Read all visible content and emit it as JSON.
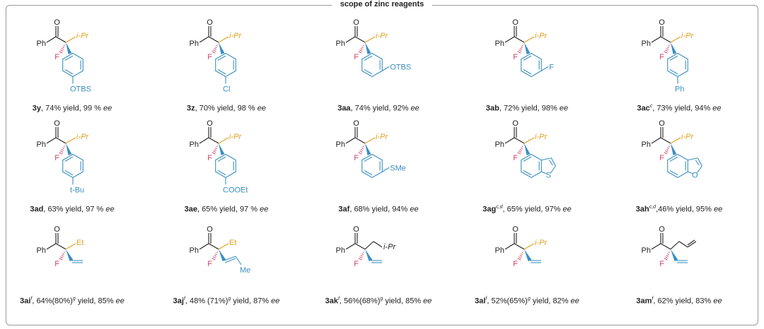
{
  "title": "scope of zinc reagents",
  "colors": {
    "bond": "#222222",
    "alkyl": "#e0a020",
    "fluorine": "#d0406a",
    "aryl": "#3a8fc0"
  },
  "common_labels": {
    "oxygen": "O",
    "phenyl": "Ph",
    "fluorine": "F"
  },
  "compounds": [
    {
      "kind": "para",
      "top": "i-Pr",
      "sub": "OTBS",
      "cap": {
        "id": "3y",
        "sup": "",
        "pre": ", 74% yield, 99 % ",
        "sup2": "",
        "post": "",
        "ee": "ee"
      }
    },
    {
      "kind": "para",
      "top": "i-Pr",
      "sub": "Cl",
      "cap": {
        "id": "3z",
        "sup": "",
        "pre": ", 70% yield, 98 % ",
        "sup2": "",
        "post": "",
        "ee": "ee"
      }
    },
    {
      "kind": "meta",
      "top": "i-Pr",
      "sub": "OTBS",
      "cap": {
        "id": "3aa",
        "sup": "",
        "pre": ", 74% yield, 92% ",
        "sup2": "",
        "post": "",
        "ee": "ee"
      }
    },
    {
      "kind": "meta",
      "top": "i-Pr",
      "sub": "F",
      "cap": {
        "id": "3ab",
        "sup": "",
        "pre": ", 72% yield, 98% ",
        "sup2": "",
        "post": "",
        "ee": "ee"
      }
    },
    {
      "kind": "para",
      "top": "i-Pr",
      "sub": "Ph",
      "cap": {
        "id": "3ac",
        "sup": "c",
        "pre": ", 73% yield, 94% ",
        "sup2": "",
        "post": "",
        "ee": "ee"
      }
    },
    {
      "kind": "para",
      "top": "i-Pr",
      "sub": "t-Bu",
      "cap": {
        "id": "3ad",
        "sup": "",
        "pre": ", 63% yield, 97 % ",
        "sup2": "",
        "post": "",
        "ee": "ee"
      }
    },
    {
      "kind": "para",
      "top": "i-Pr",
      "sub": "COOEt",
      "cap": {
        "id": "3ae",
        "sup": "",
        "pre": ", 65% yield, 97 % ",
        "sup2": "",
        "post": "",
        "ee": "ee"
      }
    },
    {
      "kind": "meta",
      "top": "i-Pr",
      "sub": "SMe",
      "cap": {
        "id": "3af",
        "sup": "",
        "pre": ", 68% yield, 94% ",
        "sup2": "",
        "post": "",
        "ee": "ee"
      }
    },
    {
      "kind": "fused",
      "top": "i-Pr",
      "sub": "S",
      "cap": {
        "id": "3ag",
        "sup": "c,d",
        "pre": ", 65% yield, 97% ",
        "sup2": "",
        "post": "",
        "ee": "ee"
      }
    },
    {
      "kind": "fused",
      "top": "i-Pr",
      "sub": "O",
      "cap": {
        "id": "3ah",
        "sup": "c,d",
        "pre": ",46% yield, 95% ",
        "sup2": "",
        "post": "",
        "ee": "ee"
      }
    },
    {
      "kind": "vinyl",
      "top": "Et",
      "sub": "",
      "cap": {
        "id": "3ai",
        "sup": "f",
        "pre": ", 64%(80%)",
        "sup2": "g",
        "post": " yield, 85% ",
        "ee": "ee"
      }
    },
    {
      "kind": "propenyl",
      "top": "Et",
      "sub": "Me",
      "cap": {
        "id": "3aj",
        "sup": "f",
        "pre": ", 48% (71%)",
        "sup2": "g",
        "post": " yield, 87% ",
        "ee": "ee"
      }
    },
    {
      "kind": "isobutyl",
      "top": "i-Pr",
      "sub": "",
      "cap": {
        "id": "3ak",
        "sup": "f",
        "pre": ", 56%(68%)",
        "sup2": "g",
        "post": " yield, 85% ",
        "ee": "ee"
      }
    },
    {
      "kind": "vinyl",
      "top": "i-Pr",
      "sub": "",
      "cap": {
        "id": "3al",
        "sup": "f",
        "pre": ", 52%(65%)",
        "sup2": "g",
        "post": " yield, 82% ",
        "ee": "ee"
      }
    },
    {
      "kind": "allyl",
      "top": "",
      "sub": "",
      "cap": {
        "id": "3am",
        "sup": "f",
        "pre": ", 62% yield, 83% ",
        "sup2": "",
        "post": "",
        "ee": "ee"
      }
    }
  ]
}
